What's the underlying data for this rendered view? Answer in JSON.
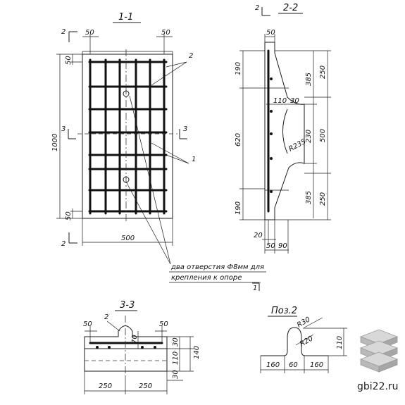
{
  "section_titles": {
    "s11": "1-1",
    "s22": "2-2",
    "s33": "3-3",
    "pos2": "Поз.2"
  },
  "cut_marks": {
    "c2": "2",
    "c3": "3",
    "c1": "1"
  },
  "dims_11": {
    "top_left": "50",
    "top_right": "50",
    "left_top": "50",
    "left_bottom": "50",
    "height": "1000",
    "width": "500",
    "callout_2": "2",
    "callout_1": "1"
  },
  "dims_22": {
    "top_w": "50",
    "l190_top": "190",
    "l620": "620",
    "l190_bot": "190",
    "r385_top": "385",
    "r230": "230",
    "r385_bot": "385",
    "rr250_top": "250",
    "rr500": "500",
    "rr250_bot": "250",
    "d110": "110",
    "d30": "30",
    "radius": "R235",
    "b20": "20",
    "b50": "50",
    "b90": "90"
  },
  "note": {
    "line1": "два отверстия Ф8мм для",
    "line2": "крепления к опоре"
  },
  "dims_33": {
    "callout_2": "2",
    "d50_left": "50",
    "d50_right": "50",
    "d70": "70",
    "d30_top": "30",
    "d110": "110",
    "d140": "140",
    "d30_bot": "30",
    "d250_left": "250",
    "d250_right": "250"
  },
  "dims_pos2": {
    "r30": "R30",
    "r20": "R20",
    "h110": "110",
    "w160_left": "160",
    "w60": "60",
    "w160_right": "160"
  },
  "watermark": {
    "site": "gbi22.ru"
  }
}
